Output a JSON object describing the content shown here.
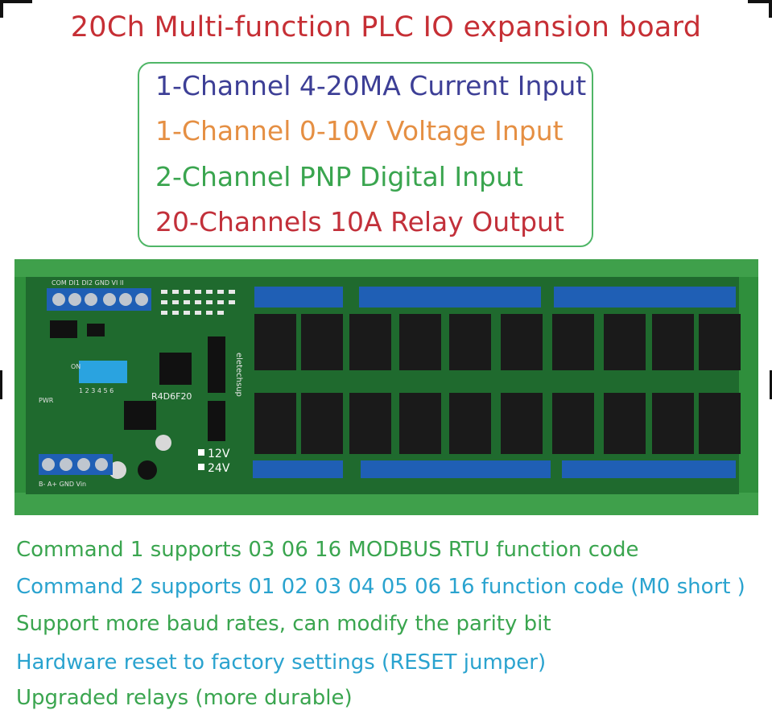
{
  "title": "20Ch Multi-function PLC IO expansion board",
  "features": [
    "1-Channel 4-20MA Current Input",
    "1-Channel 0-10V Voltage Input",
    "2-Channel PNP Digital Input",
    "20-Channels 10A Relay Output"
  ],
  "board": {
    "model": "R4D6F20",
    "brand": "eletechsup",
    "power_12v": "12V",
    "power_24v": "24V",
    "dip_label": "ON",
    "dip_numbers": "1 2 3 4 5 6",
    "pwr_label": "PWR",
    "bottom_left_terminals": "B-  A+  GND  Vin",
    "top_left_terminals": "COM DI1 DI2 GND  VI  II"
  },
  "descriptions": [
    "Command 1 supports 03 06 16 MODBUS RTU function code",
    "Command 2 supports 01 02 03 04 05 06 16 function code (M0 short )",
    "Support more baud rates, can modify the parity bit",
    "Hardware reset to factory settings (RESET jumper)",
    "Upgraded relays (more durable)"
  ],
  "colors": {
    "title": "#c62f35",
    "box_border": "#4fb667",
    "blue_text": "#3d3f96",
    "orange_text": "#e58f43",
    "green_text": "#3aa54f",
    "red_text": "#c2303a",
    "cyan_text": "#2aa3cf",
    "pcb_green": "#2e8b3e",
    "relay_black": "#1a1a1a",
    "terminal_blue": "#1f5fb5"
  }
}
